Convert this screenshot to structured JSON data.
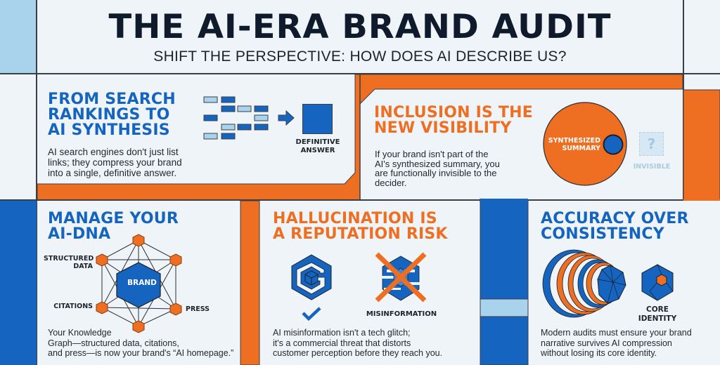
{
  "header": {
    "title": "THE AI-ERA BRAND AUDIT",
    "subtitle": "SHIFT THE PERSPECTIVE: HOW DOES AI DESCRIBE US?"
  },
  "colors": {
    "blue": "#1565c0",
    "light_blue": "#a9d2ec",
    "orange": "#ee6f22",
    "dark": "#0f1a2c",
    "background": "#eef4f8"
  },
  "panels": [
    {
      "heading_lines": [
        "FROM SEARCH",
        "RANKINGS TO",
        "AI SYNTHESIS"
      ],
      "heading_color": "blue",
      "body_lines": [
        "AI search engines don't just list",
        "links; they compress your brand",
        "into a single, definitive answer."
      ],
      "icon": "scattered-links-to-single-block-icon",
      "labels": {
        "answer_line1": "DEFINITIVE",
        "answer_line2": "ANSWER"
      }
    },
    {
      "heading_lines": [
        "INCLUSION IS THE",
        "NEW VISIBILITY"
      ],
      "heading_color": "orange",
      "body_lines": [
        "If your brand isn't part of the",
        "AI's synthesized summary, you",
        "are functionally invisible to the",
        "decider."
      ],
      "icon": "synthesized-summary-circle-icon",
      "labels": {
        "summary_line1": "SYNTHESIZED",
        "summary_line2": "SUMMARY",
        "question": "?",
        "invisible": "INVISIBLE"
      }
    },
    {
      "heading_lines": [
        "MANAGE YOUR",
        "AI-DNA"
      ],
      "heading_color": "blue",
      "body_lines": [
        "Your Knowledge",
        "Graph—structured data, citations,",
        "and press—is now your brand's “AI homepage.”"
      ],
      "icon": "knowledge-graph-icon",
      "labels": {
        "center": "BRAND",
        "structured_line1": "STRUCTURED",
        "structured_line2": "DATA",
        "citations": "CITATIONS",
        "press": "PRESS"
      }
    },
    {
      "heading_lines": [
        "HALLUCINATION IS",
        "A REPUTATION RISK"
      ],
      "heading_color": "orange",
      "body_lines": [
        "AI misinformation isn't a tech glitch;",
        "it's a commercial threat that distorts",
        "customer perception before they reach you."
      ],
      "icon": "verified-vs-misinformation-icon",
      "labels": {
        "misinformation": "MISINFORMATION"
      }
    },
    {
      "heading_lines": [
        "ACCURACY OVER",
        "CONSISTENCY"
      ],
      "heading_color": "blue",
      "body_lines": [
        "Modern audits must ensure your brand",
        "narrative survives AI compression",
        "without losing its core identity."
      ],
      "icon": "compression-rings-icon",
      "labels": {
        "core_line1": "CORE",
        "core_line2": "IDENTITY"
      }
    }
  ]
}
